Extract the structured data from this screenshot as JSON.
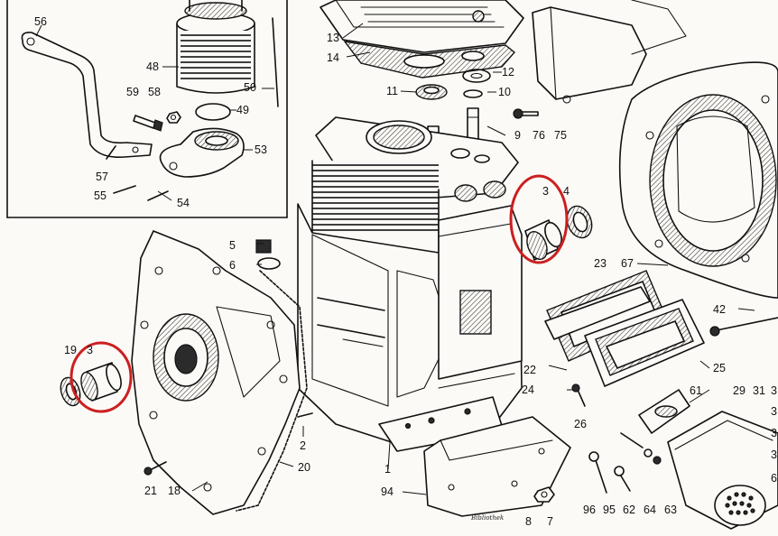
{
  "labels": {
    "p1": "1",
    "p2": "2",
    "p3a": "3",
    "p3b": "3",
    "p4": "4",
    "p5": "5",
    "p6": "6",
    "p7": "7",
    "p8": "8",
    "p9": "9",
    "p10": "10",
    "p11": "11",
    "p12": "12",
    "p13": "13",
    "p14": "14",
    "p18": "18",
    "p19": "19",
    "p20": "20",
    "p21": "21",
    "p22": "22",
    "p23": "23",
    "p24": "24",
    "p25": "25",
    "p26": "26",
    "p29": "29",
    "p31": "31",
    "p42": "42",
    "p48": "48",
    "p49": "49",
    "p50": "50",
    "p53": "53",
    "p54": "54",
    "p55": "55",
    "p56": "56",
    "p57": "57",
    "p58": "58",
    "p59": "59",
    "p61": "61",
    "p62": "62",
    "p63": "63",
    "p64": "64",
    "p67": "67",
    "p75": "75",
    "p76": "76",
    "p94": "94",
    "p95": "95",
    "p96": "96",
    "e1": "3",
    "e2": "3",
    "e3": "3",
    "e4": "3",
    "e5": "6"
  },
  "stamp": "Bibliothek",
  "highlight": {
    "color": "#cc1f1f",
    "count": 2,
    "marks": "bearing-3"
  }
}
